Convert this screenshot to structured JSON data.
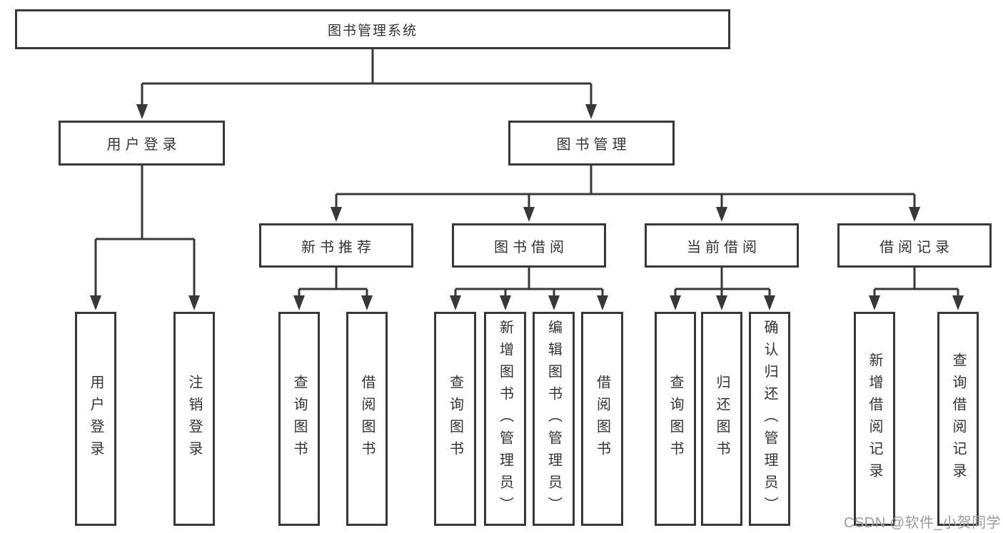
{
  "tree": {
    "root": {
      "label": "图书管理系统"
    },
    "user_login": {
      "label": "用户登录",
      "children": [
        {
          "label": "用户登录"
        },
        {
          "label": "注销登录"
        }
      ]
    },
    "book_mgmt": {
      "label": "图书管理",
      "children": [
        {
          "label": "新书推荐",
          "children": [
            {
              "label": "查询图书"
            },
            {
              "label": "借阅图书"
            }
          ]
        },
        {
          "label": "图书借阅",
          "children": [
            {
              "label": "查询图书"
            },
            {
              "label": "新增图书（管理员）"
            },
            {
              "label": "编辑图书（管理员）"
            },
            {
              "label": "借阅图书"
            }
          ]
        },
        {
          "label": "当前借阅",
          "children": [
            {
              "label": "查询图书"
            },
            {
              "label": "归还图书"
            },
            {
              "label": "确认归还（管理员）"
            }
          ]
        },
        {
          "label": "借阅记录",
          "children": [
            {
              "label": "新增借阅记录"
            },
            {
              "label": "查询借阅记录"
            }
          ]
        }
      ]
    }
  },
  "watermark": {
    "text": "CSDN @软件_小贺同学"
  },
  "colors": {
    "line": "#383838",
    "text": "#333333",
    "watermark": "#9c9c9c",
    "background": "#ffffff"
  }
}
